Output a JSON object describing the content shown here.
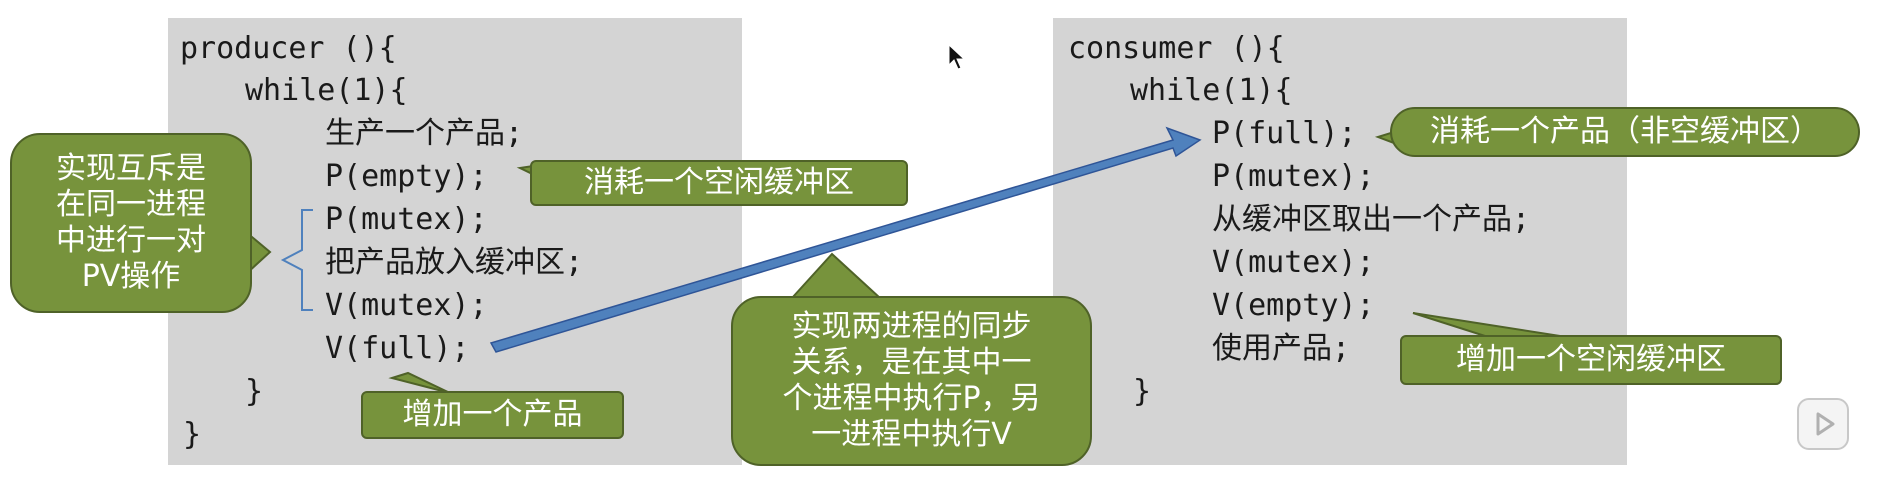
{
  "producer": {
    "lines": [
      "producer (){",
      "while(1){",
      "生产一个产品;",
      "P(empty);",
      "P(mutex);",
      "把产品放入缓冲区;",
      "V(mutex);",
      "V(full);",
      "}",
      "}"
    ]
  },
  "consumer": {
    "lines": [
      "consumer (){",
      "while(1){",
      "P(full);",
      "P(mutex);",
      "从缓冲区取出一个产品;",
      "V(mutex);",
      "V(empty);",
      "使用产品;",
      "}"
    ]
  },
  "callouts": {
    "mutex_note": "实现互斥是\n在同一进程\n中进行一对\nPV操作",
    "empty_note": "消耗一个空闲缓冲区",
    "full_note": "增加一个产品",
    "sync_note": "实现两进程的同步\n关系，是在其中一\n个进程中执行P，另\n一进程中执行V",
    "consume_note": "消耗一个产品（非空缓冲区）",
    "add_buffer_note": "增加一个空闲缓冲区"
  },
  "colors": {
    "panel": "#d4d4d4",
    "callout_fill": "#77933c",
    "callout_border": "#4f6228",
    "arrow": "#4f81bd"
  },
  "icons": {
    "cursor": "mouse-pointer-icon",
    "play": "play-icon"
  }
}
